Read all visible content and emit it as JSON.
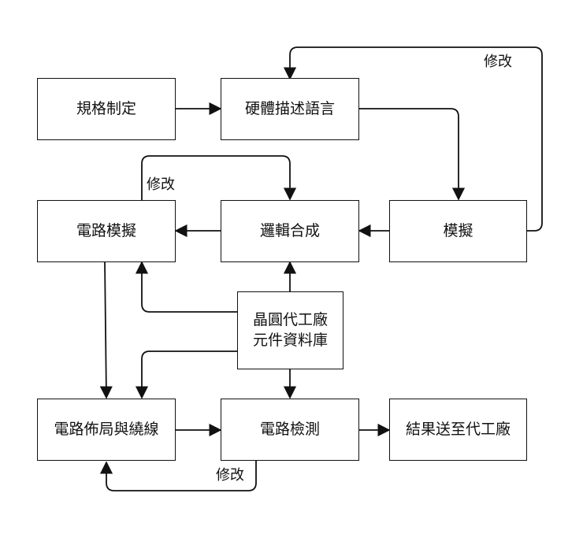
{
  "nodes": {
    "spec": "規格制定",
    "hdl": "硬體描述語言",
    "circuit_sim": "電路模擬",
    "logic_synth": "邏輯合成",
    "sim": "模擬",
    "foundry_lib_line1": "晶圓代工廠",
    "foundry_lib_line2": "元件資料庫",
    "layout_routing": "電路佈局與繞線",
    "circuit_check": "電路檢測",
    "send_foundry": "結果送至代工廠"
  },
  "edge_labels": {
    "modify_top": "修改",
    "modify_mid": "修改",
    "modify_bottom": "修改"
  }
}
